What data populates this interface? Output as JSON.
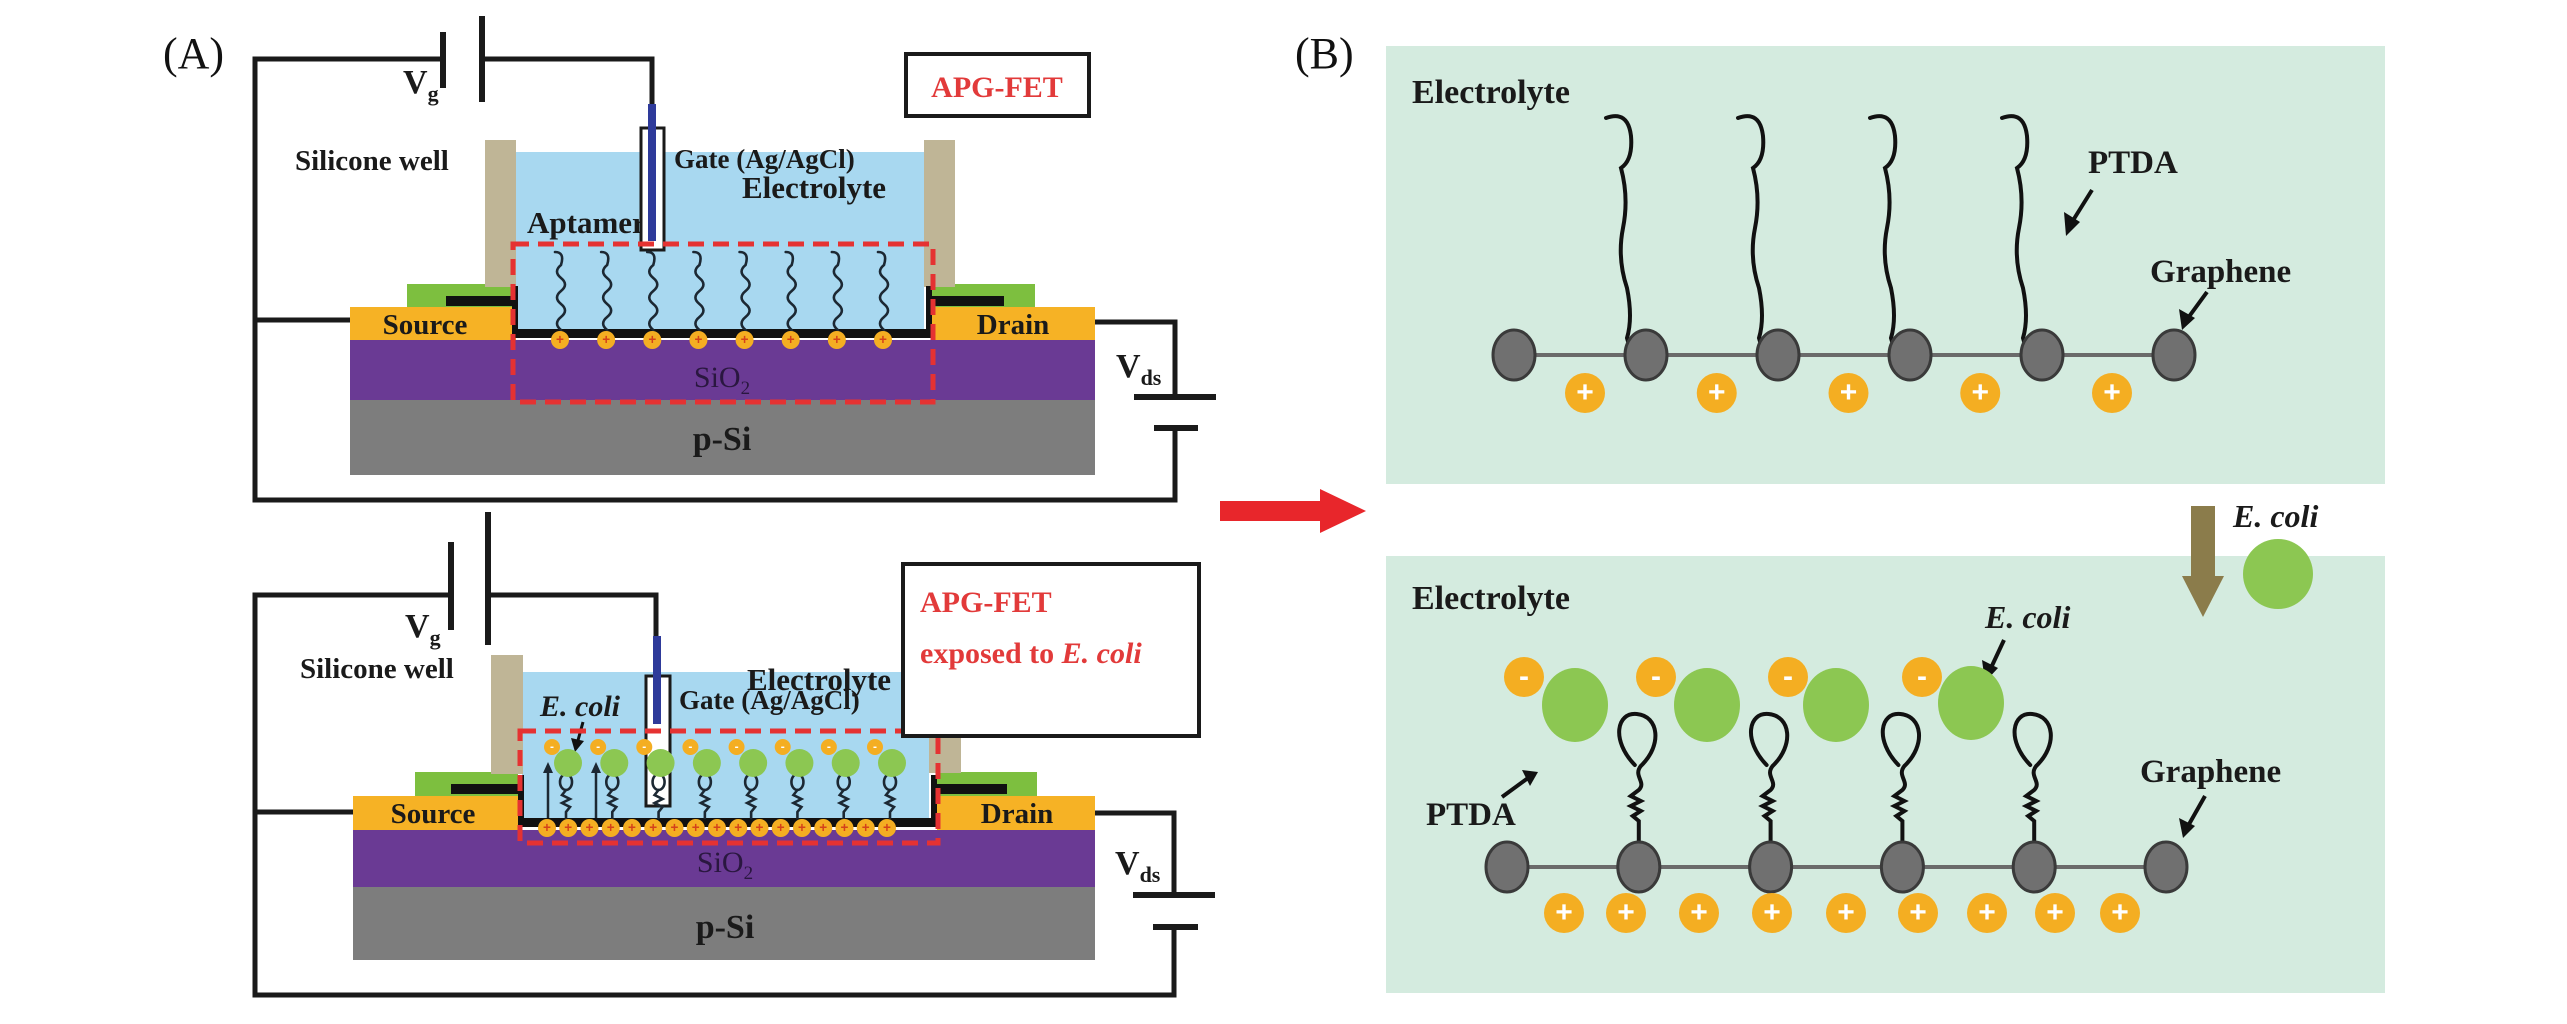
{
  "panel_a": {
    "label": "(A)",
    "top_device": {
      "title_box": "APG-FET",
      "gate_voltage": {
        "main": "V",
        "sub": "g"
      },
      "drain_voltage": {
        "main": "V",
        "sub": "ds"
      },
      "gate_label": "Gate (Ag/AgCl)",
      "well_label": "Silicone well",
      "electrolyte_label": "Electrolyte",
      "aptamer_label": "Aptamer",
      "source_label": "Source",
      "drain_label": "Drain",
      "oxide_label": {
        "main": "SiO",
        "sub": "2"
      },
      "substrate_label": "p-Si",
      "aptamer_count": 8,
      "positive_charge_count": 8
    },
    "bottom_device": {
      "title_box_line1": "APG-FET",
      "title_box_line2_prefix": "exposed to ",
      "title_box_line2_italic": "E. coli",
      "gate_voltage": {
        "main": "V",
        "sub": "g"
      },
      "drain_voltage": {
        "main": "V",
        "sub": "ds"
      },
      "gate_label": "Gate (Ag/AgCl)",
      "well_label": "Silicone well",
      "electrolyte_label": "Electrolyte",
      "ecoli_label": "E. coli",
      "source_label": "Source",
      "drain_label": "Drain",
      "oxide_label": {
        "main": "SiO",
        "sub": "2"
      },
      "substrate_label": "p-Si",
      "aptamer_count": 8,
      "bacteria_count": 8,
      "negative_charge_count": 8,
      "positive_charge_count": 17
    }
  },
  "panel_b": {
    "label": "(B)",
    "top_scene": {
      "electrolyte_label": "Electrolyte",
      "ptda_label": "PTDA",
      "graphene_label": "Graphene",
      "graphene_node_count": 6,
      "ptda_chain_count": 4,
      "positive_charge_count": 5
    },
    "transition": {
      "ecoli_label": "E. coli"
    },
    "bottom_scene": {
      "electrolyte_label": "Electrolyte",
      "ecoli_label": "E. coli",
      "ptda_label": "PTDA",
      "graphene_label": "Graphene",
      "graphene_node_count": 6,
      "ptda_loop_count": 4,
      "bacteria_count": 4,
      "negative_charge_count": 4,
      "positive_charge_count": 9
    }
  },
  "symbols": {
    "plus": "+",
    "minus": "-"
  },
  "colors": {
    "electrolyte_a": "#a8d8f0",
    "silicone_well": "#bfb596",
    "electrode_green": "#7dbf3f",
    "source_drain": "#f6b225",
    "sio2": "#6a3a94",
    "p_si": "#7d7d7d",
    "highlight_red": "#e53232",
    "panel_b_bg": "#d4ebdf",
    "graphene_node": "#707070",
    "charge_orange": "#f4ae22",
    "bacteria_green": "#8cc752",
    "gate_blue": "#2e3a9a",
    "transition_arrow": "#8b7c4b"
  }
}
